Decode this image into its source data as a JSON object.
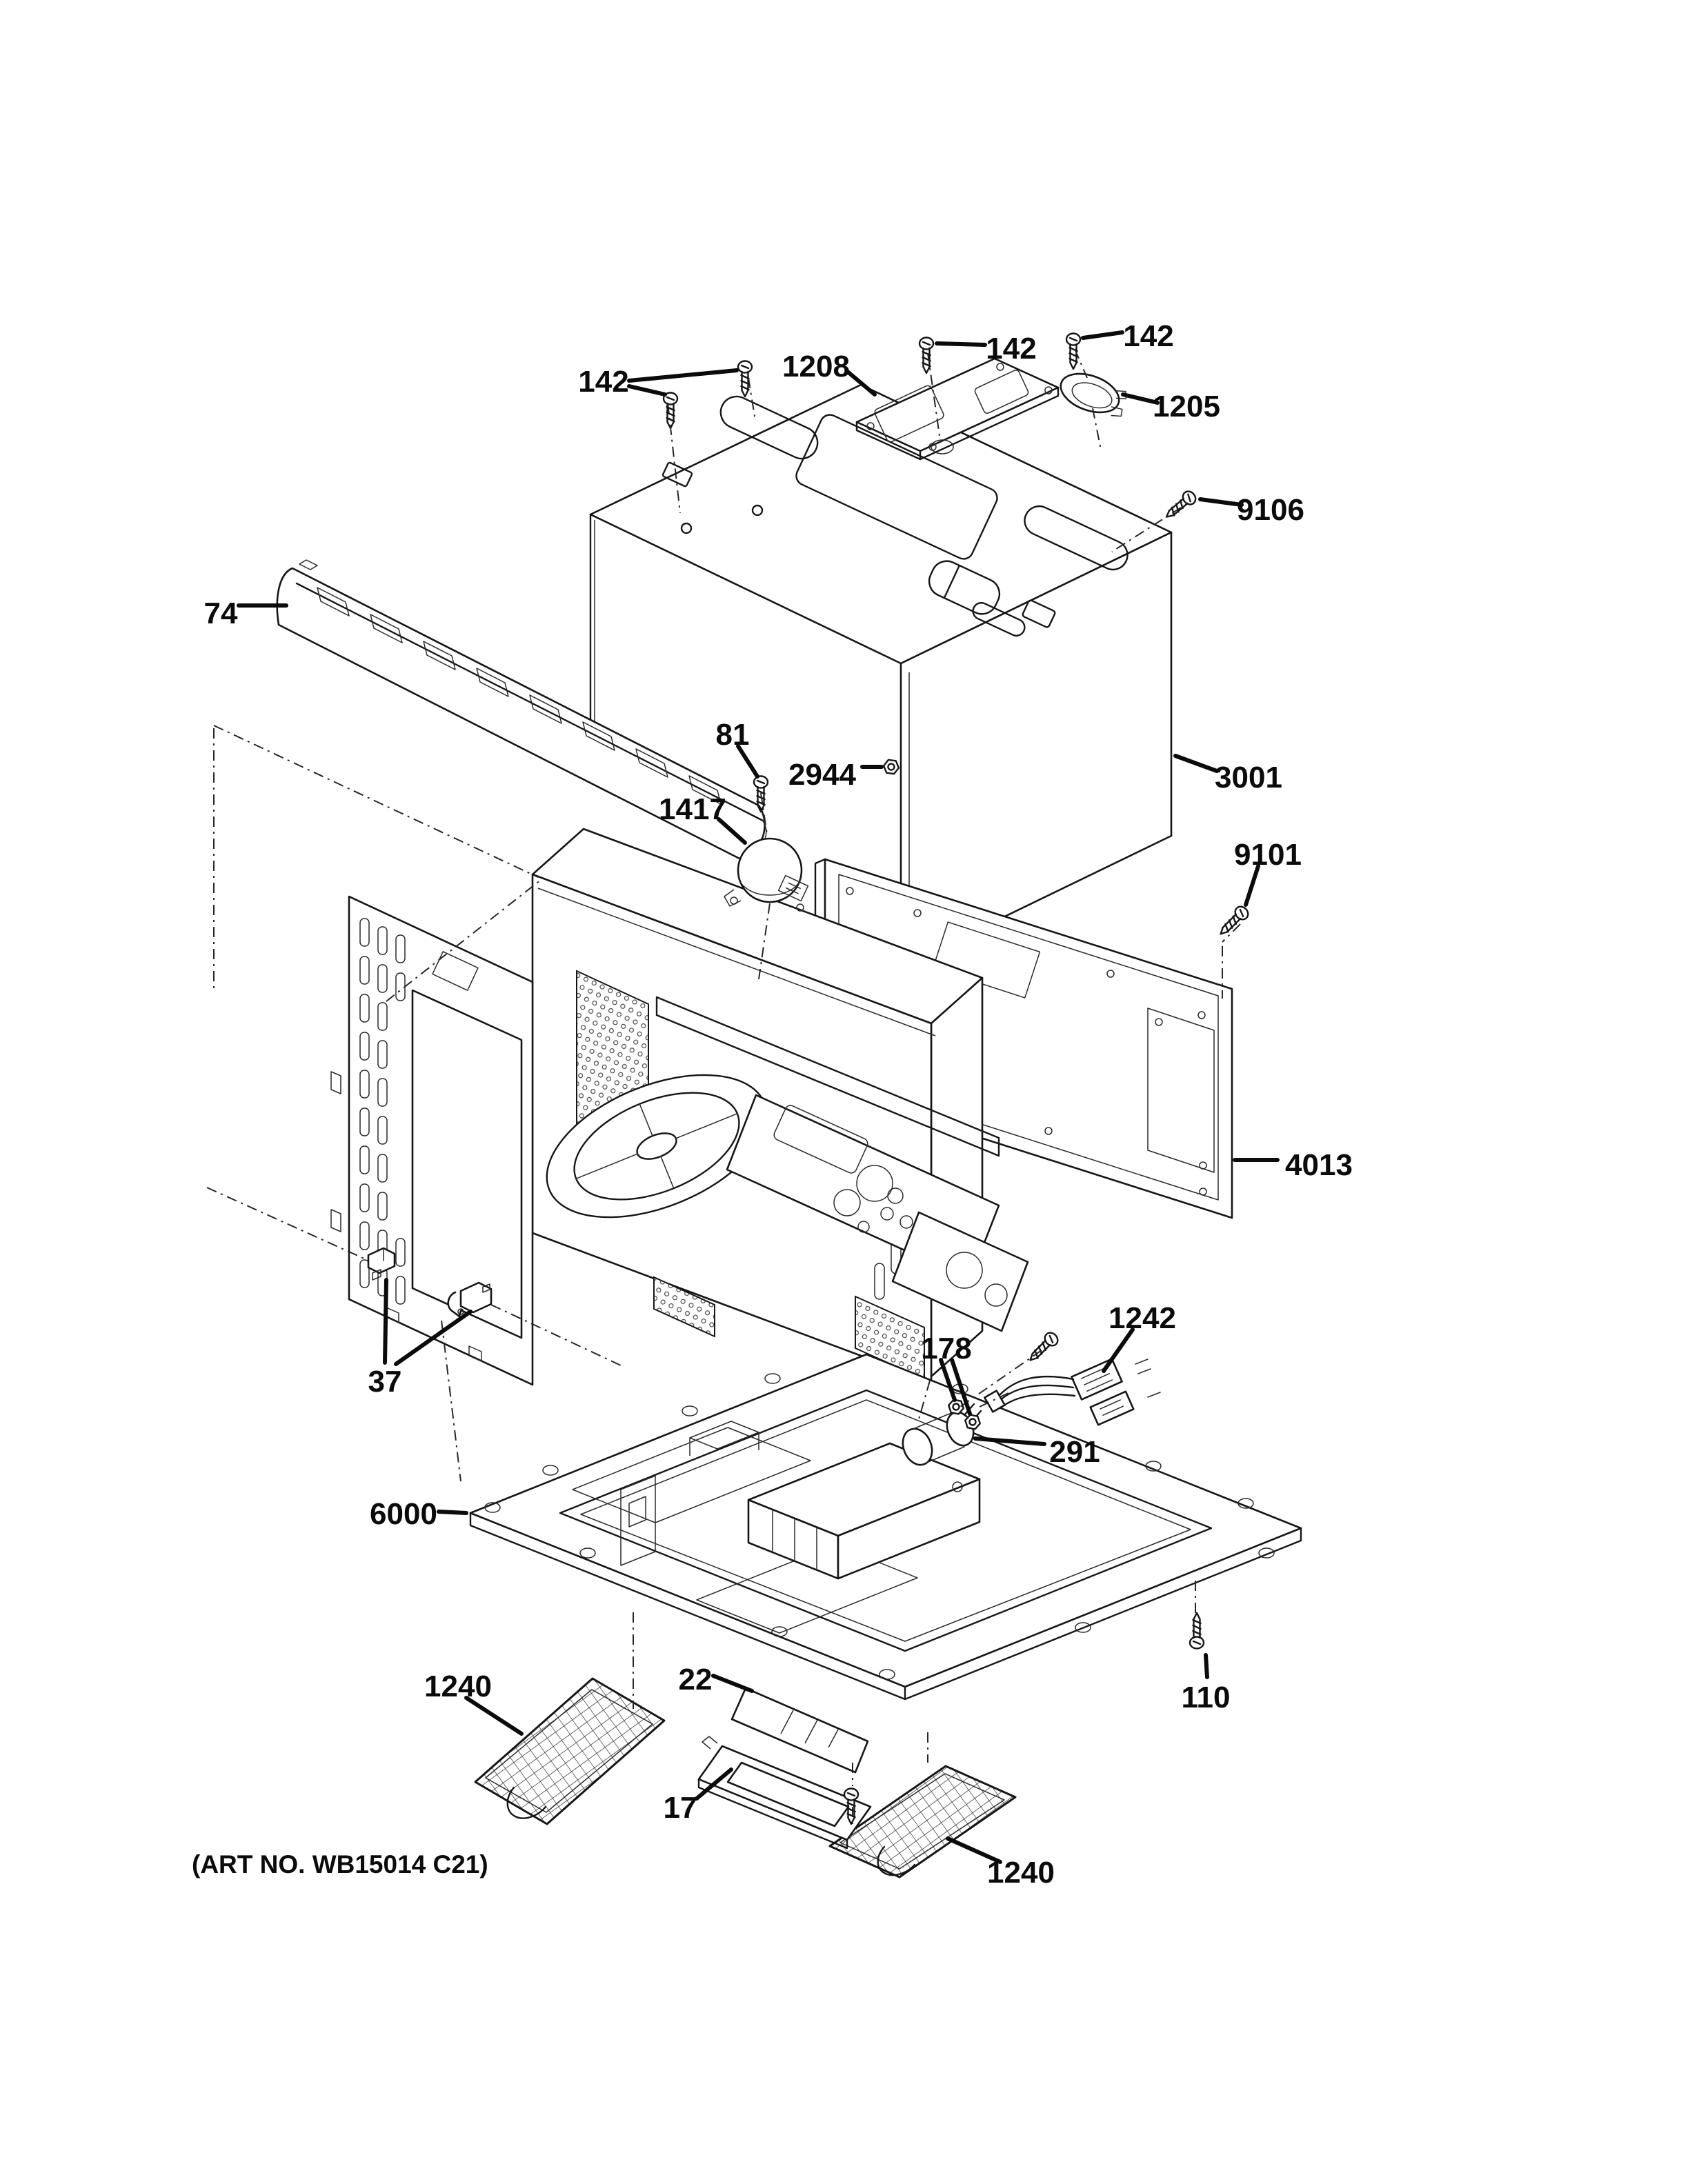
{
  "diagram": {
    "title": "Over-the-range microwave oven body exploded parts diagram",
    "art_no": "(ART NO. WB15014 C21)",
    "colors": {
      "ink": "#161616",
      "paper": "#ffffff"
    },
    "part_numbers": [
      "17",
      "22",
      "37",
      "74",
      "81",
      "110",
      "142",
      "178",
      "291",
      "1205",
      "1208",
      "1240",
      "1242",
      "1417",
      "2944",
      "3001",
      "4013",
      "6000",
      "9101",
      "9106"
    ],
    "callouts": {
      "k142a": "142",
      "k1208": "1208",
      "k142b": "142",
      "k142c": "142",
      "k1205": "1205",
      "k9106": "9106",
      "k74": "74",
      "k81": "81",
      "k1417": "1417",
      "k2944": "2944",
      "k3001": "3001",
      "k9101": "9101",
      "k4013": "4013",
      "k37": "37",
      "k178": "178",
      "k1242": "1242",
      "k291": "291",
      "k6000": "6000",
      "k1240a": "1240",
      "k22": "22",
      "k17": "17",
      "k110": "110",
      "k1240b": "1240"
    }
  }
}
